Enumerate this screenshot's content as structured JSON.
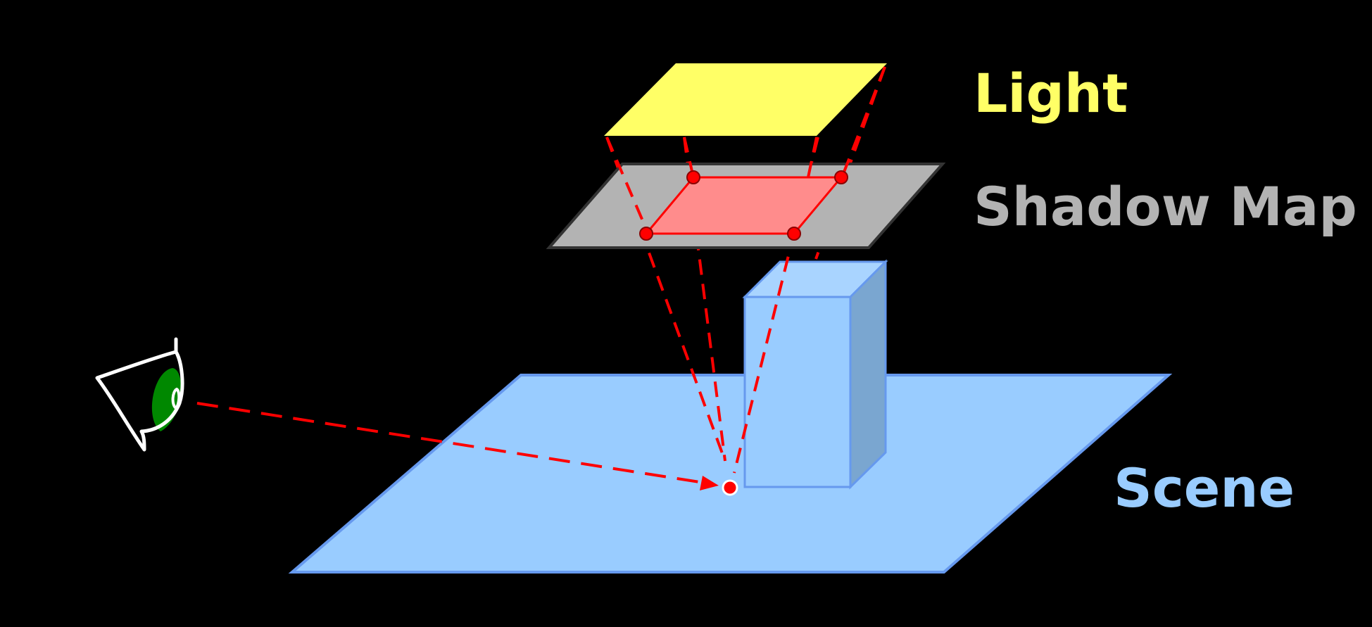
{
  "labels": {
    "light": "Light",
    "shadow_map": "Shadow Map",
    "scene": "Scene"
  },
  "colors": {
    "background": "#000000",
    "light_plane": "#ffff66",
    "light_text": "#ffff66",
    "shadow_map_plane": "#b3b3b3",
    "shadow_map_text": "#b3b3b3",
    "shadow_map_region": "#ff8c8c",
    "scene_floor": "#99ccff",
    "scene_text": "#99ccff",
    "box_front": "#99ccff",
    "box_top": "#a9d4ff",
    "box_side": "#7aa6d0",
    "scene_outline": "#6699ee",
    "ray": "#ff0000",
    "eye_outline": "#ffffff",
    "eye_iris": "#008800"
  },
  "icons": {
    "viewer": "eye-icon"
  }
}
